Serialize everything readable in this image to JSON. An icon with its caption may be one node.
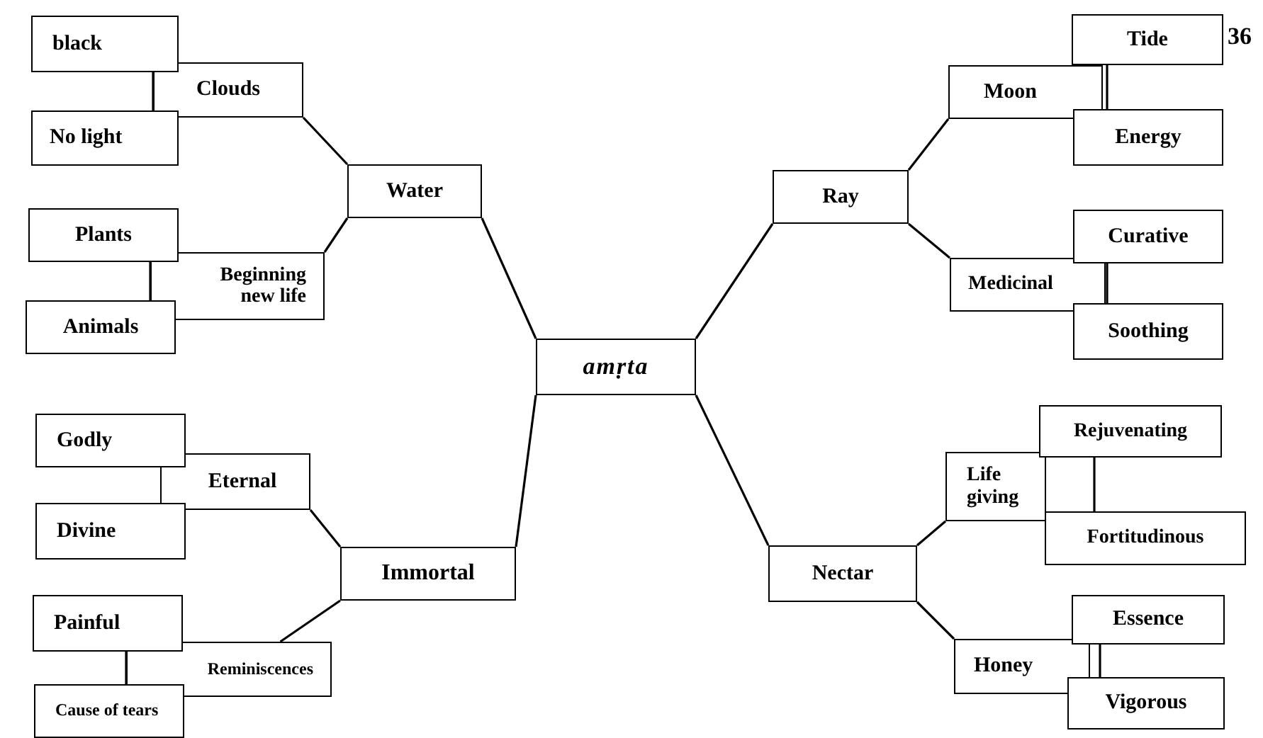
{
  "diagram": {
    "nodes": [
      {
        "text": [
          "black"
        ]
      },
      {
        "text": [
          "Clouds"
        ]
      },
      {
        "text": [
          "No light"
        ]
      },
      {
        "text": [
          "Water"
        ]
      },
      {
        "text": [
          "Plants"
        ]
      },
      {
        "text": [
          "Beginning new life"
        ]
      },
      {
        "text": [
          "Animals"
        ]
      },
      {
        "text": [
          "Tide"
        ]
      },
      {
        "text": [
          "Moon"
        ]
      },
      {
        "text": [
          "Energy"
        ]
      },
      {
        "text": [
          "Ray"
        ]
      },
      {
        "text": [
          "Curative"
        ]
      },
      {
        "text": [
          "Medicinal"
        ]
      },
      {
        "text": [
          "Soothing"
        ]
      },
      {
        "text": [
          "amṛta"
        ]
      },
      {
        "text": [
          "Godly"
        ]
      },
      {
        "text": [
          "Eternal"
        ]
      },
      {
        "text": [
          "Divine"
        ]
      },
      {
        "text": [
          "Immortal"
        ]
      },
      {
        "text": [
          "Painful"
        ]
      },
      {
        "text": [
          "Reminiscences"
        ]
      },
      {
        "text": [
          "Cause of tears"
        ]
      },
      {
        "text": [
          "Rejuvenating"
        ]
      },
      {
        "text": [
          "Life giving"
        ]
      },
      {
        "text": [
          "Fortitudinous"
        ]
      },
      {
        "text": [
          "Nectar"
        ]
      },
      {
        "text": [
          "Essence"
        ]
      },
      {
        "text": [
          "Honey"
        ]
      },
      {
        "text": [
          "Vigorous"
        ]
      }
    ],
    "edges": [
      {
        "from": 14,
        "to": 3,
        "arrow": "none"
      },
      {
        "from": 14,
        "to": 10,
        "arrow": "none"
      },
      {
        "from": 14,
        "to": 18,
        "arrow": "none"
      },
      {
        "from": 14,
        "to": 25,
        "arrow": "none"
      },
      {
        "from": 3,
        "to": 1,
        "arrow": "none"
      },
      {
        "from": 3,
        "to": 5,
        "arrow": "none"
      },
      {
        "from": 10,
        "to": 8,
        "arrow": "none"
      },
      {
        "from": 10,
        "to": 12,
        "arrow": "none"
      },
      {
        "from": 18,
        "to": 16,
        "arrow": "none"
      },
      {
        "from": 18,
        "to": 20,
        "arrow": "none"
      },
      {
        "from": 25,
        "to": 23,
        "arrow": "none"
      },
      {
        "from": 25,
        "to": 27,
        "arrow": "none"
      },
      {
        "from": 0,
        "to": 2,
        "arrow": "none"
      },
      {
        "from": 4,
        "to": 6,
        "arrow": "none"
      },
      {
        "from": 7,
        "to": 9,
        "arrow": "none"
      },
      {
        "from": 11,
        "to": 13,
        "arrow": "none"
      },
      {
        "from": 15,
        "to": 17,
        "arrow": "none"
      },
      {
        "from": 19,
        "to": 21,
        "arrow": "none"
      },
      {
        "from": 22,
        "to": 24,
        "arrow": "none"
      },
      {
        "from": 26,
        "to": 28,
        "arrow": "none"
      }
    ],
    "labels": [
      "36"
    ]
  }
}
